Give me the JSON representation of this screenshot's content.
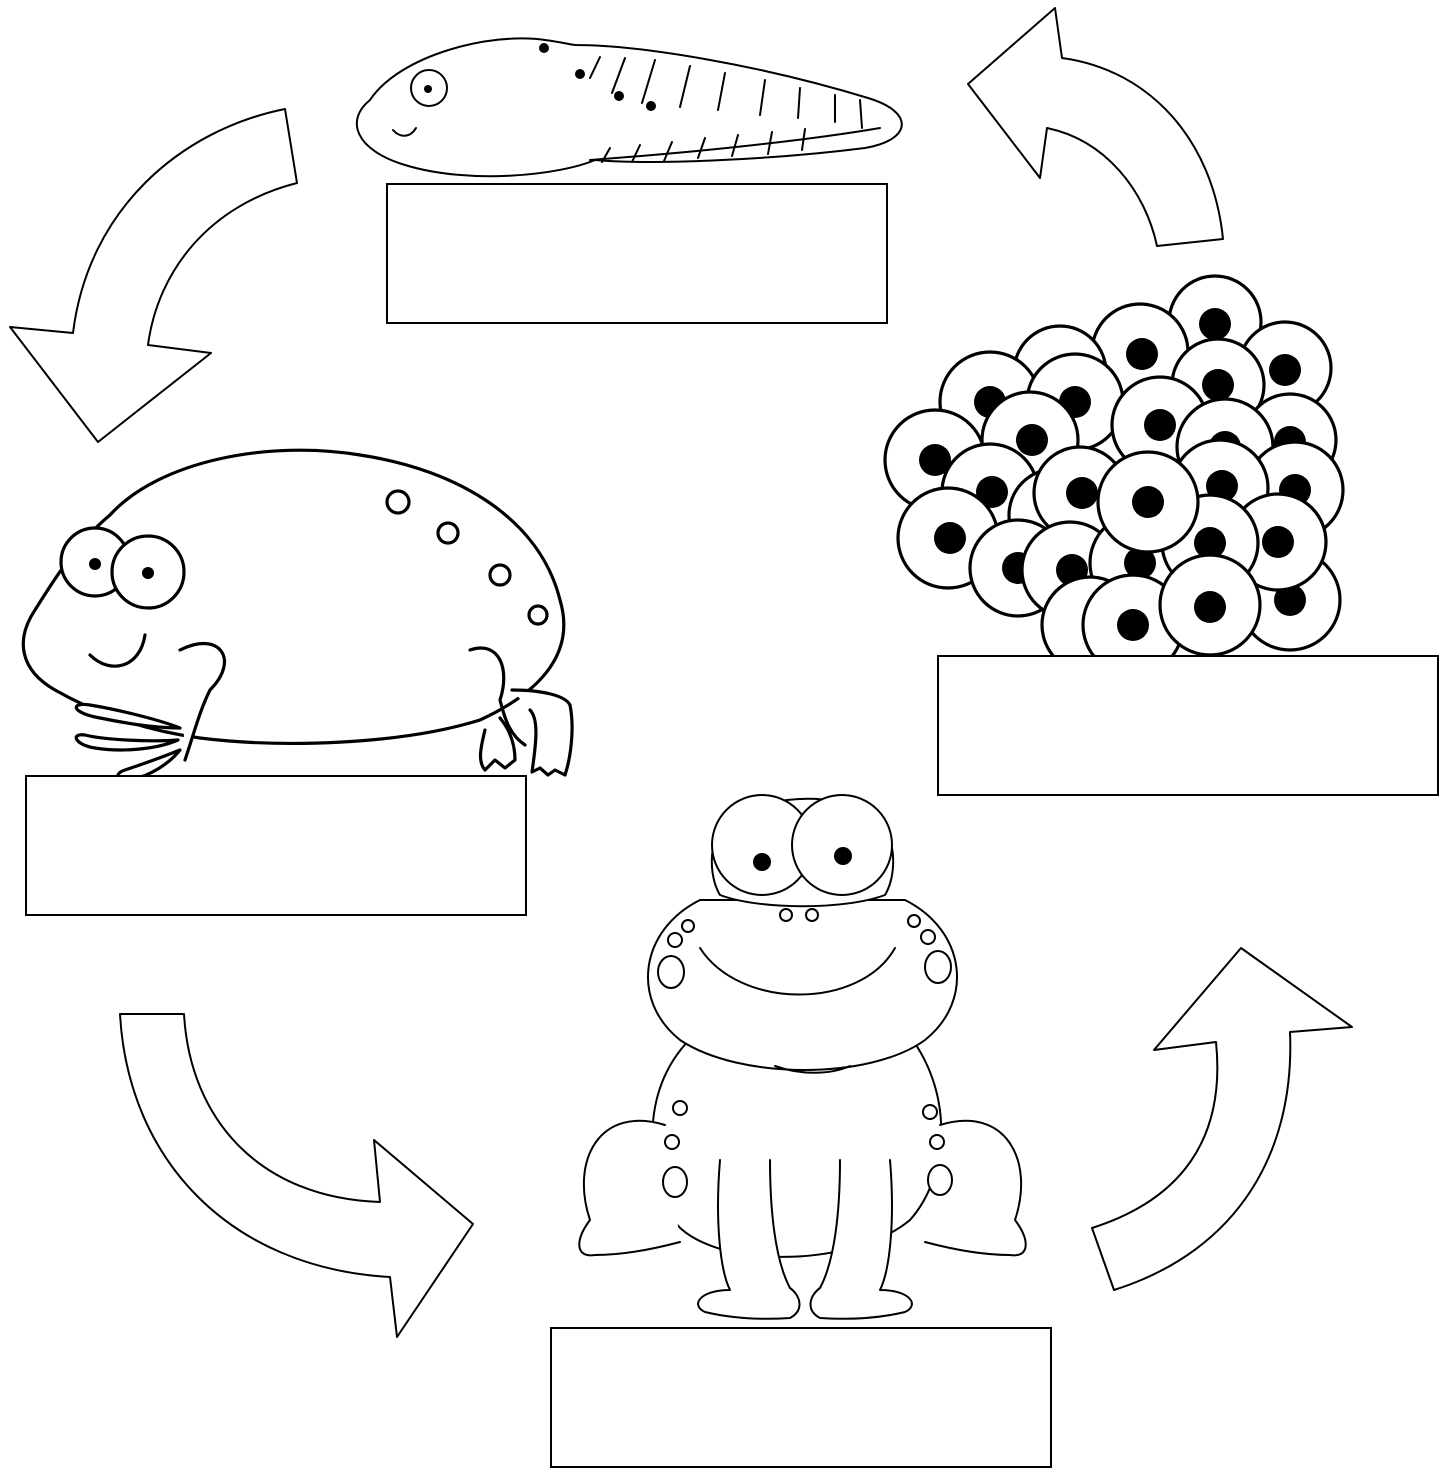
{
  "diagram": {
    "stages": [
      {
        "id": "tadpole",
        "label": ""
      },
      {
        "id": "frog-spawn",
        "label": ""
      },
      {
        "id": "froglet",
        "label": ""
      },
      {
        "id": "adult-frog",
        "label": ""
      }
    ],
    "cycle_order": [
      "frog-spawn",
      "tadpole",
      "froglet",
      "adult-frog"
    ],
    "colors": {
      "line": "#000000",
      "fill": "#ffffff"
    }
  }
}
